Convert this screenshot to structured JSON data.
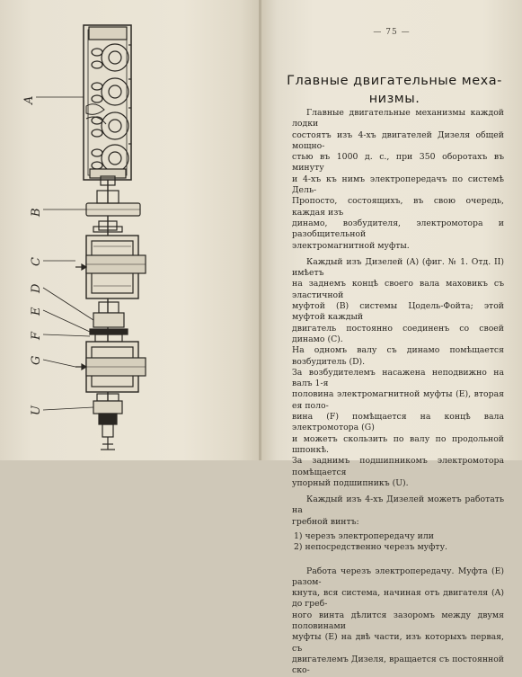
{
  "page_number": "— 75 —",
  "heading": [
    "Главные двигательные меха-",
    "низмы."
  ],
  "paragraphs": [
    {
      "indent": true,
      "lines": [
        "Главные двигательные механизмы каждой лодки",
        "состоятъ изъ 4-хъ двигателей Дизеля общей мощно-",
        "стью въ 1000 д. с., при 350 оборотахъ въ минуту",
        "и 4-хъ къ нимъ электропередачъ по системѣ Дель-",
        "Пропосто, состоящихъ, въ свою очередь, каждая изъ",
        "динамо, возбудителя, электромотора и разобщительной",
        "электромагнитной муфты."
      ]
    },
    {
      "indent": true,
      "lines": [
        "Каждый изъ Дизелей (A) (фиг. № 1. Отд. II) имѣетъ",
        "на заднемъ концѣ своего вала маховикъ съ эластичной",
        "муфтой (B) системы Цодель-Фойта; этой муфтой каждый",
        "двигатель постоянно соединенъ со своей динамо (C).",
        "На одномъ валу съ динамо помѣщается возбудитель (D).",
        "За возбудителемъ насажена неподвижно на валъ 1-я",
        "половина электромагнитной муфты (E), вторая ея поло-",
        "вина (F) помѣщается на концѣ вала электромотора (G)",
        "и можетъ скользить по валу по продольной шпонкѣ.",
        "За заднимъ подшипникомъ электромотора помѣщается",
        "упорный подшипникъ (U)."
      ]
    },
    {
      "indent": true,
      "lines": [
        "Каждый изъ 4-хъ Дизелей можетъ работать на",
        "гребной винтъ:"
      ]
    },
    {
      "indent": false,
      "lines": [
        "1) черезъ электропередачу или",
        "2) непосредственно черезъ муфту."
      ]
    },
    {
      "indent": true,
      "italic_lead": "Работа черезъ электропередачу.",
      "lines": [
        "Работа черезъ электропередачу. Муфта (E) разом-",
        "кнута, вся система, начиная отъ двигателя (A) до греб-",
        "ного винта дѣлится зазоромъ между двумя половинами",
        "муфты (E) на двѣ части, изъ которыхъ первая, съ",
        "двигателемъ Дизеля, вращается съ постоянной ско-"
      ]
    }
  ],
  "diagram_labels": {
    "A": "A",
    "B": "B",
    "C": "C",
    "D": "D",
    "E": "E",
    "F": "F",
    "G": "G",
    "U": "U"
  },
  "colors": {
    "paper": "#ebe5d6",
    "ink": "#2a2722"
  }
}
